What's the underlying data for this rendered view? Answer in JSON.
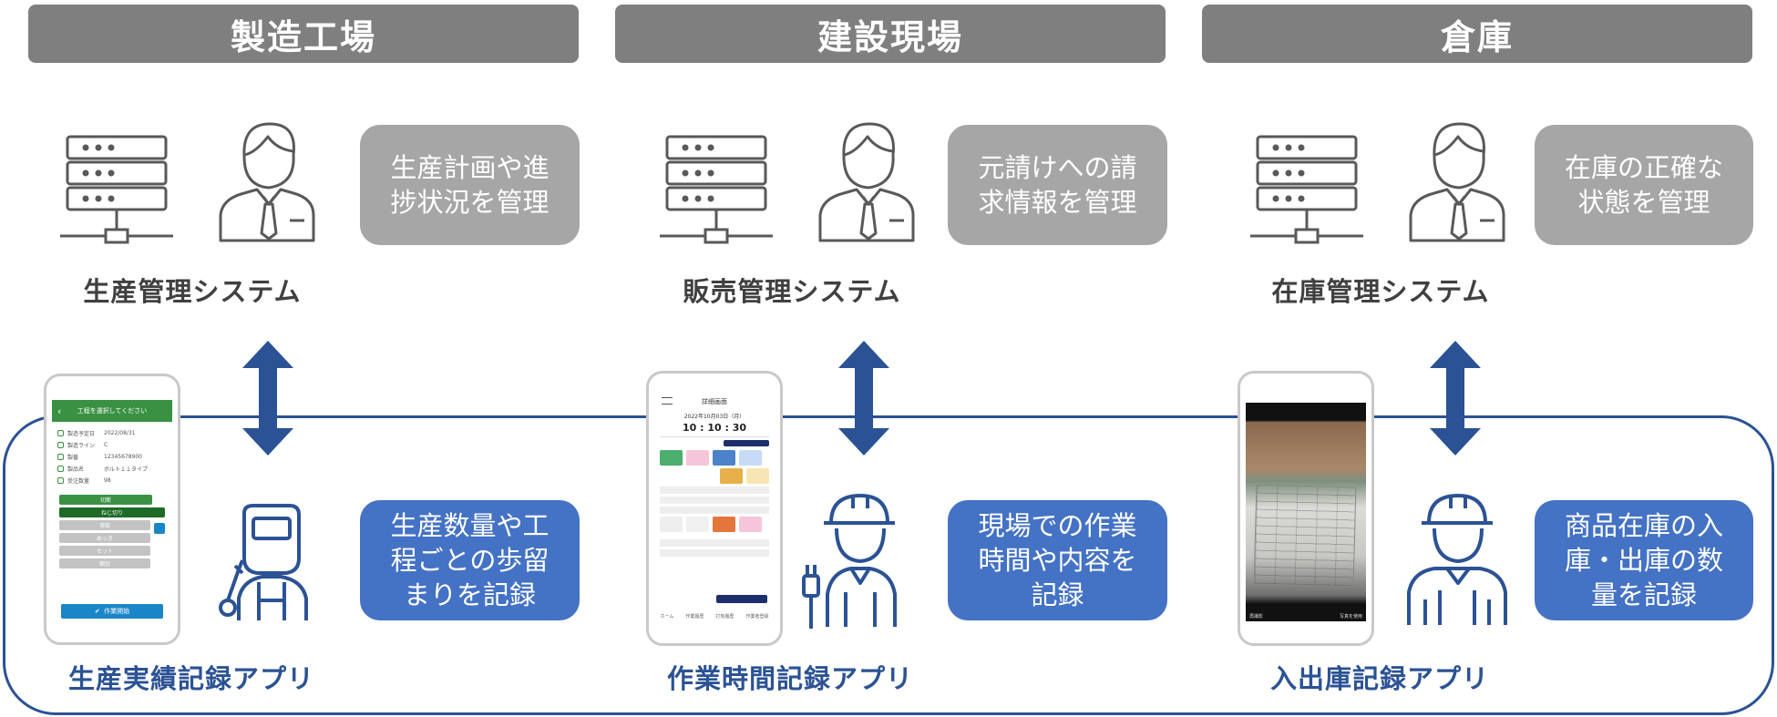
{
  "columns": [
    {
      "header": "製造工場",
      "system_label": "生産管理システム",
      "system_bubble": "生産計画や進\n捗状況を管理",
      "app_label": "生産実績記録アプリ",
      "app_bubble": "生産数量や工\n程ごとの歩留\nまりを記録",
      "worker_icon": "welder-icon"
    },
    {
      "header": "建設現場",
      "system_label": "販売管理システム",
      "system_bubble": "元請けへの請\n求情報を管理",
      "app_label": "作業時間記録アプリ",
      "app_bubble": "現場での作業\n時間や内容を\n記録",
      "worker_icon": "electrician-icon"
    },
    {
      "header": "倉庫",
      "system_label": "在庫管理システム",
      "system_bubble": "在庫の正確な\n状態を管理",
      "app_label": "入出庫記録アプリ",
      "app_bubble": "商品在庫の入\n庫・出庫の数\n量を記録",
      "worker_icon": "warehouse-worker-icon"
    }
  ],
  "phone1": {
    "title": "工程を選択してください",
    "rows": [
      {
        "k": "製造予定日",
        "v": "2022/08/31"
      },
      {
        "k": "製造ライン",
        "v": "C"
      },
      {
        "k": "製番",
        "v": "12345678900"
      },
      {
        "k": "製品名",
        "v": "ボルト１１タイプ"
      },
      {
        "k": "受注数量",
        "v": "98"
      }
    ],
    "steps": [
      "切断",
      "ねじ切り",
      "溶接",
      "めっき",
      "セット",
      "梱包"
    ],
    "start_button": "作業開始"
  },
  "phone2": {
    "title": "詳細画面",
    "date": "2022年10月03日（月）",
    "time": "10 : 10 : 30",
    "nav": [
      "ホーム",
      "作業履歴",
      "打刻履歴",
      "作業者登録"
    ]
  },
  "phone3": {
    "left_text": "再撮影",
    "right_text": "写真を使用"
  },
  "colors": {
    "header_gray": "#7f7f7f",
    "bubble_gray": "#a6a6a6",
    "bubble_blue": "#4472c4",
    "navy": "#2b5294"
  }
}
